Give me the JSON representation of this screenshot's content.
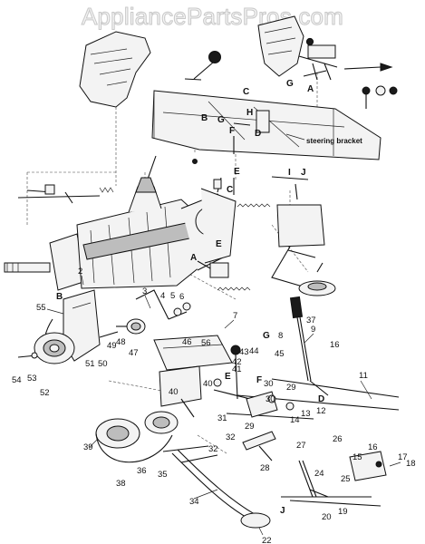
{
  "watermark": "AppliancePartsPros.com",
  "annotation": "steering bracket",
  "letter_callouts": [
    "A",
    "B",
    "C",
    "D",
    "E",
    "F",
    "G",
    "H",
    "I",
    "J"
  ],
  "number_callouts": [
    "2",
    "3",
    "4",
    "5",
    "6",
    "7",
    "8",
    "9",
    "11",
    "12",
    "13",
    "14",
    "15",
    "16",
    "17",
    "18",
    "19",
    "20",
    "22",
    "24",
    "25",
    "26",
    "27",
    "28",
    "29",
    "30",
    "31",
    "32",
    "34",
    "35",
    "36",
    "37",
    "38",
    "39",
    "40",
    "41",
    "42",
    "43",
    "44",
    "45",
    "46",
    "47",
    "48",
    "49",
    "50",
    "51",
    "52",
    "53",
    "54",
    "55",
    "56"
  ],
  "colors": {
    "ink": "#111111",
    "watermark_fill": "#f5f5f5",
    "watermark_stroke": "#c9c9c9",
    "background": "#ffffff"
  }
}
